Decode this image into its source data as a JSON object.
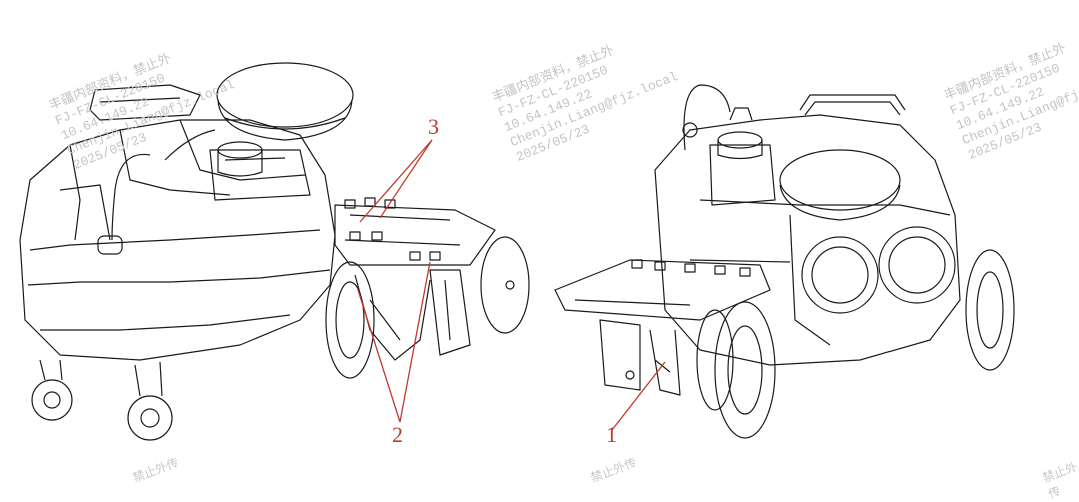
{
  "watermark": {
    "lines": [
      "丰疆内部资料，禁止外",
      "FJ-FZ-CL-220150",
      "10.64.149.22",
      "Chenjin.Liang@fjz.local",
      "2025/05/23"
    ],
    "footer": "禁止外传"
  },
  "callouts": {
    "c1": "1",
    "c2": "2",
    "c3": "3"
  },
  "colors": {
    "line": "#1a1a1a",
    "callout": "#c0392b",
    "watermark": "#c4c4c4"
  },
  "left_view": {
    "name": "robot-rear-three-quarter-view"
  },
  "right_view": {
    "name": "robot-front-three-quarter-view"
  }
}
